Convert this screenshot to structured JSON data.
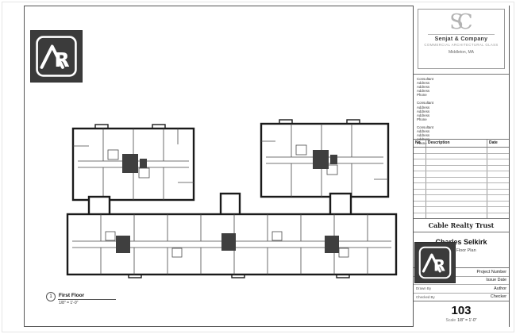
{
  "page": {
    "view_title": {
      "number": "1",
      "name": "First Floor",
      "scale": "1/8\" = 1'-0\""
    }
  },
  "logo": {
    "monogram": "AR",
    "letter": "R"
  },
  "titleblock": {
    "firm": {
      "monogram": "SC",
      "name": "Senjat & Company",
      "tagline": "COMMERCIAL ARCHITECTURAL GLASS",
      "location": "Middleton, MA"
    },
    "consultants": [
      {
        "lines": [
          "Consultant",
          "Address",
          "Address",
          "Address",
          "Phone"
        ]
      },
      {
        "lines": [
          "Consultant",
          "Address",
          "Address",
          "Address",
          "Phone"
        ]
      },
      {
        "lines": [
          "Consultant",
          "Address",
          "Address",
          "Address",
          "Phone"
        ]
      }
    ],
    "revisions": {
      "headers": {
        "no": "No.",
        "description": "Description",
        "date": "Date"
      }
    },
    "project": {
      "owner": "Cable Realty Trust",
      "name": "Charles Selkirk",
      "sheet_name": "First Floor Plan"
    },
    "fields": {
      "project_number_label": "Project number",
      "project_number": "Project Number",
      "date_label": "Date",
      "date": "Issue Date",
      "drawn_by_label": "Drawn By",
      "drawn_by": "Author",
      "checked_by_label": "Checked By",
      "checked_by": "Checker",
      "scale_label": "Scale",
      "scale": "1/8\" = 1'-0\""
    },
    "sheet_number": "103"
  }
}
